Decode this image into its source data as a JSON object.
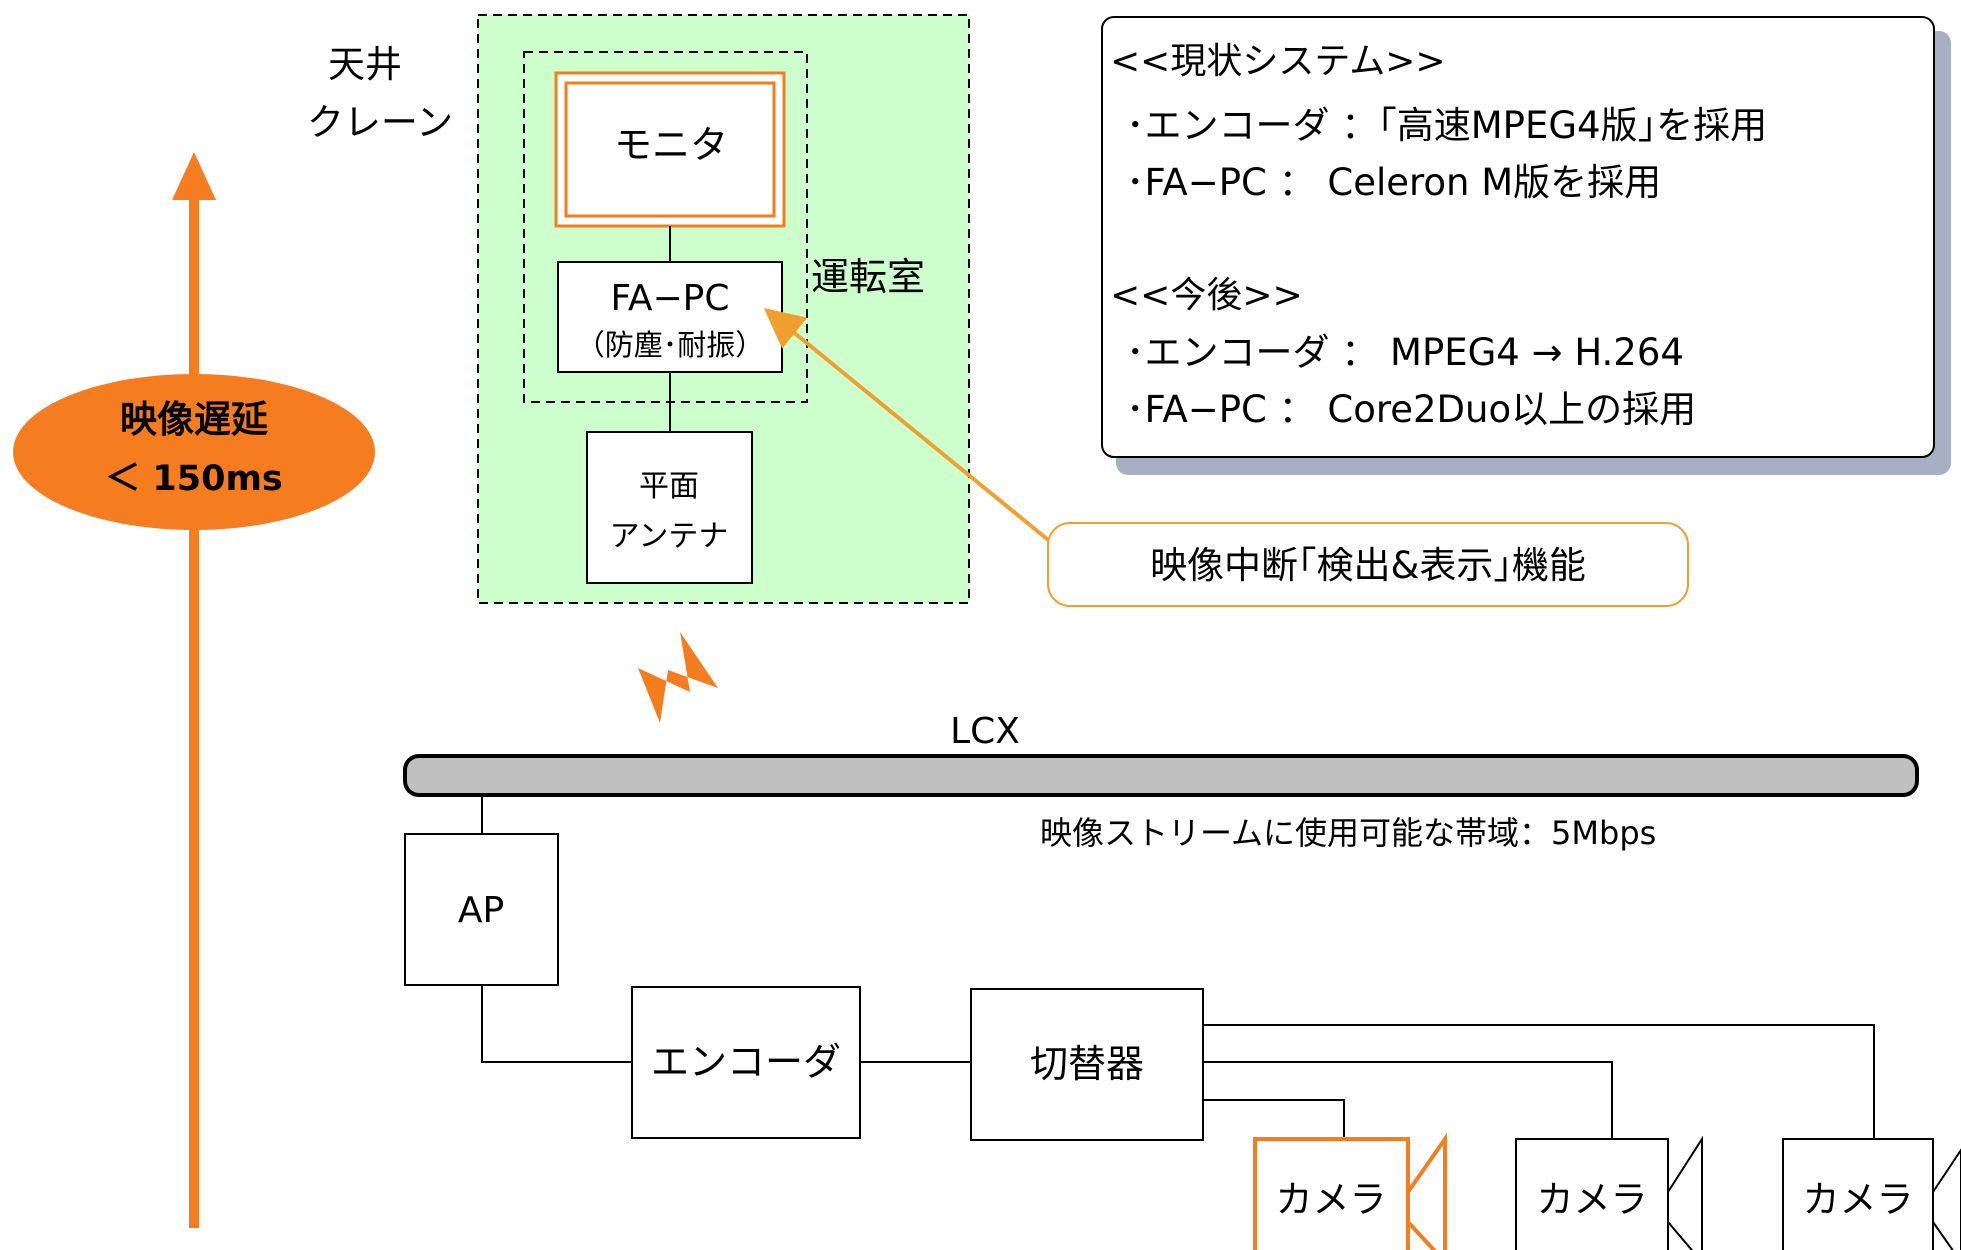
{
  "crane": {
    "label_line1": "天井",
    "label_line2": "クレーン"
  },
  "cabin_label": "運転室",
  "monitor_label": "モニタ",
  "fapc": {
    "line1": "FA−PC",
    "line2": "（防塵･耐振）"
  },
  "antenna": {
    "line1": "平面",
    "line2": "アンテナ"
  },
  "callout_interruption": "映像中断｢検出&表示｣機能",
  "latency": {
    "line1": "映像遅延",
    "line2": "＜ 150ms"
  },
  "lcx_label": "LCX",
  "bandwidth_note": "映像ストリームに使用可能な帯域：5Mbps",
  "ap_label": "AP",
  "encoder_label": "エンコーダ",
  "switcher_label": "切替器",
  "cameras": [
    "カメラ",
    "カメラ",
    "カメラ"
  ],
  "info_box": {
    "current_header": "<<現状システム>>",
    "current_items": [
      "･エンコーダ ：｢高速MPEG4版｣を採用",
      "･FA−PC ： Celeron M版を採用"
    ],
    "future_header": "<<今後>>",
    "future_items": [
      "･エンコーダ ： MPEG4 → H.264",
      "･FA−PC ： Core2Duo以上の採用"
    ]
  },
  "colors": {
    "accent": "#F57C1F",
    "callout_border": "#F0A030",
    "cabin_fill": "#CCFFCC",
    "lcx_fill": "#C0C0C0",
    "info_shadow": "#A7AFC2"
  }
}
